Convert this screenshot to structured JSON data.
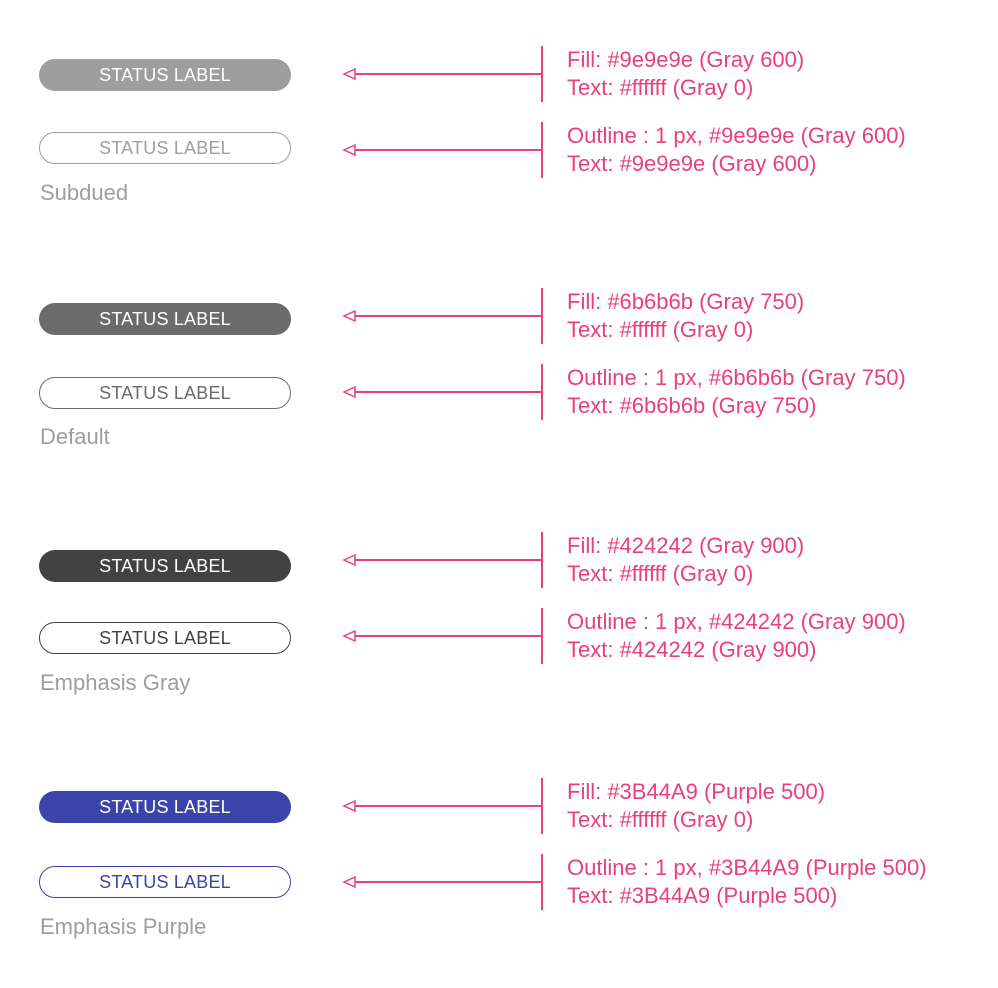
{
  "colors": {
    "annotation": "#e8407a",
    "group_title": "#9e9e9e",
    "gray_600": "#9e9e9e",
    "gray_750": "#6b6b6b",
    "gray_900": "#424242",
    "purple_500": "#3B44A9",
    "white": "#ffffff"
  },
  "groups": [
    {
      "title": "Subdued",
      "filled": {
        "label": "STATUS LABEL",
        "fill_line": "Fill: #9e9e9e (Gray 600)",
        "text_line": "Text: #ffffff (Gray 0)"
      },
      "outline": {
        "label": "STATUS LABEL",
        "outline_line": "Outline : 1 px,  #9e9e9e (Gray 600)",
        "text_line": "Text: #9e9e9e (Gray 600)"
      }
    },
    {
      "title": "Default",
      "filled": {
        "label": "STATUS LABEL",
        "fill_line": "Fill: #6b6b6b (Gray 750)",
        "text_line": "Text: #ffffff (Gray 0)"
      },
      "outline": {
        "label": "STATUS LABEL",
        "outline_line": "Outline : 1 px,  #6b6b6b (Gray 750)",
        "text_line": "Text: #6b6b6b (Gray 750)"
      }
    },
    {
      "title": "Emphasis Gray",
      "filled": {
        "label": "STATUS LABEL",
        "fill_line": "Fill: #424242 (Gray 900)",
        "text_line": "Text: #ffffff (Gray 0)"
      },
      "outline": {
        "label": "STATUS LABEL",
        "outline_line": "Outline : 1 px,  #424242 (Gray 900)",
        "text_line": "Text: #424242 (Gray 900)"
      }
    },
    {
      "title": "Emphasis Purple",
      "filled": {
        "label": "STATUS LABEL",
        "fill_line": "Fill: #3B44A9 (Purple 500)",
        "text_line": "Text: #ffffff (Gray 0)"
      },
      "outline": {
        "label": "STATUS LABEL",
        "outline_line": "Outline : 1 px,  #3B44A9 (Purple 500)",
        "text_line": "Text: #3B44A9 (Purple 500)"
      }
    }
  ]
}
